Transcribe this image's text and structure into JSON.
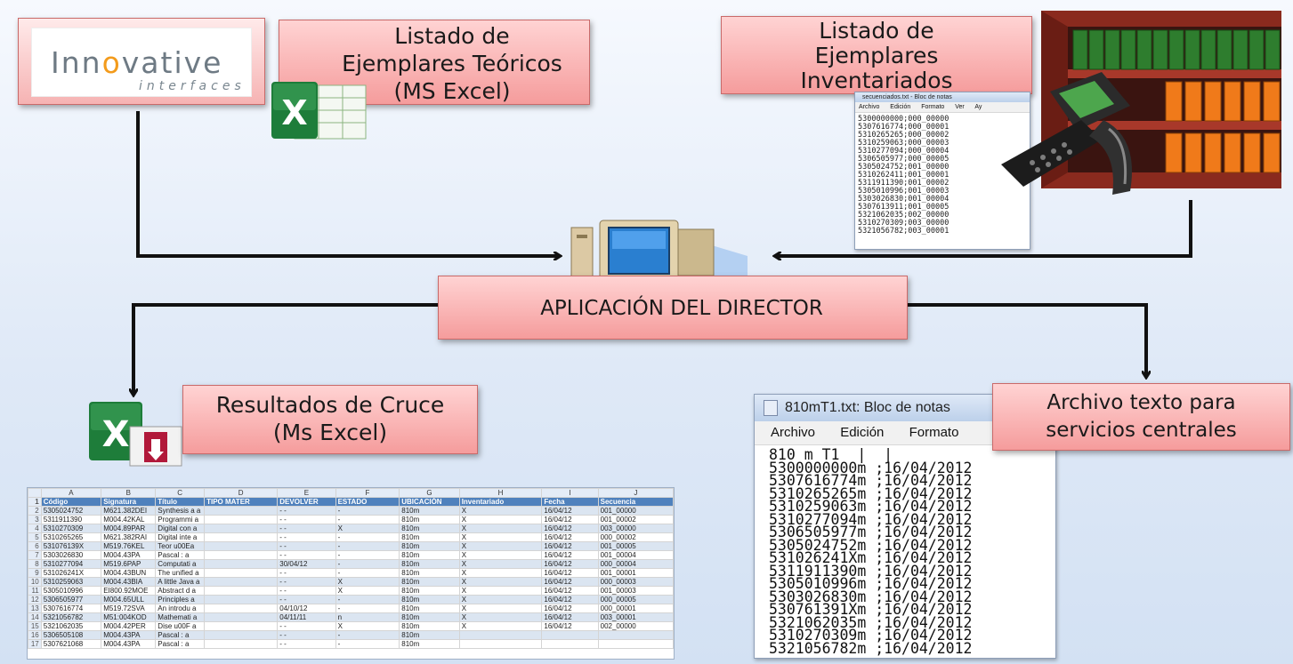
{
  "logo": {
    "word_pre": "Inn",
    "word_o": "o",
    "word_mid": "vative",
    "sub": "interfaces"
  },
  "boxes": {
    "teoricos": [
      "Listado de",
      "Ejemplares Teóricos",
      "(MS Excel)"
    ],
    "inventariados": [
      "Listado de",
      "Ejemplares",
      "Inventariados"
    ],
    "director": "APLICACIÓN DEL DIRECTOR",
    "resultados": [
      "Resultados de Cruce",
      "(Ms Excel)"
    ],
    "archivo": [
      "Archivo texto para",
      "servicios centrales"
    ]
  },
  "notepad_small": {
    "title": "secuenciados.txt - Bloc de notas",
    "menu": [
      "Archivo",
      "Edición",
      "Formato",
      "Ver",
      "Ay"
    ],
    "lines": [
      "5300000000;000_00000",
      "5307616774;000_00001",
      "5310265265;000_00002",
      "5310259063;000_00003",
      "5310277094;000_00004",
      "5306505977;000_00005",
      "5305024752;001_00000",
      "5310262411;001_00001",
      "5311911390;001_00002",
      "5305010996;001_00003",
      "5303026830;001_00004",
      "5307613911;001_00005",
      "5321062035;002_00000",
      "5310270309;003_00000",
      "5321056782;003_00001"
    ]
  },
  "notepad_big": {
    "title": "810mT1.txt: Bloc de notas",
    "menu": [
      "Archivo",
      "Edición",
      "Formato"
    ],
    "lines": [
      "810 m T1  |  |",
      "5300000000m ;16/04/2012",
      "5307616774m ;16/04/2012",
      "5310265265m ;16/04/2012",
      "5310259063m ;16/04/2012",
      "5310277094m ;16/04/2012",
      "5306505977m ;16/04/2012",
      "5305024752m ;16/04/2012",
      "531026241Xm ;16/04/2012",
      "5311911390m ;16/04/2012",
      "5305010996m ;16/04/2012",
      "5303026830m ;16/04/2012",
      "530761391Xm ;16/04/2012",
      "5321062035m ;16/04/2012",
      "5310270309m ;16/04/2012",
      "5321056782m ;16/04/2012"
    ]
  },
  "spreadsheet": {
    "col_letters": [
      "A",
      "B",
      "C",
      "D",
      "E",
      "F",
      "G",
      "H",
      "I",
      "J"
    ],
    "headers": [
      "Código",
      "Signatura",
      "Título",
      "TIPO MATER",
      "DEVOLVER",
      "ESTADO",
      "UBICACIÓN",
      "Inventariado",
      "Fecha",
      "Secuencia"
    ],
    "rows": [
      [
        "2",
        "5305024752",
        "M621.382DEI",
        "Synthesis a a",
        "",
        "- -",
        "-",
        "810m",
        "X",
        "16/04/12",
        "001_00000"
      ],
      [
        "3",
        "5311911390",
        "M004.42KAL",
        "Programmi a",
        "",
        "- -",
        "-",
        "810m",
        "X",
        "16/04/12",
        "001_00002"
      ],
      [
        "4",
        "5310270309",
        "M004.89PAR",
        "Digital con a",
        "",
        "- -",
        "X",
        "810m",
        "X",
        "16/04/12",
        "003_00000"
      ],
      [
        "5",
        "5310265265",
        "M621.382RAI",
        "Digital inte a",
        "",
        "- -",
        "-",
        "810m",
        "X",
        "16/04/12",
        "000_00002"
      ],
      [
        "6",
        "531076139X",
        "M519.76KEL",
        "Teor u00Ea",
        "",
        "- -",
        "-",
        "810m",
        "X",
        "16/04/12",
        "001_00005"
      ],
      [
        "7",
        "5303026830",
        "M004.43PA",
        "Pascal : a",
        "",
        "- -",
        "-",
        "810m",
        "X",
        "16/04/12",
        "001_00004"
      ],
      [
        "8",
        "5310277094",
        "M519.6PAP",
        "Computati a",
        "",
        "30/04/12",
        "-",
        "810m",
        "X",
        "16/04/12",
        "000_00004"
      ],
      [
        "9",
        "531026241X",
        "M004.43BUN",
        "The unified a",
        "",
        "- -",
        "-",
        "810m",
        "X",
        "16/04/12",
        "001_00001"
      ],
      [
        "10",
        "5310259063",
        "M004.43BIA",
        "A little Java a",
        "",
        "- -",
        "X",
        "810m",
        "X",
        "16/04/12",
        "000_00003"
      ],
      [
        "11",
        "5305010996",
        "EI800.92MOE",
        "Abstract d a",
        "",
        "- -",
        "X",
        "810m",
        "X",
        "16/04/12",
        "001_00003"
      ],
      [
        "12",
        "5306505977",
        "M004.65ULL",
        "Principles a",
        "",
        "- -",
        "-",
        "810m",
        "X",
        "16/04/12",
        "000_00005"
      ],
      [
        "13",
        "5307616774",
        "M519.72SVA",
        "An introdu a",
        "",
        "04/10/12",
        "-",
        "810m",
        "X",
        "16/04/12",
        "000_00001"
      ],
      [
        "14",
        "5321056782",
        "M51:004KOD",
        "Mathemati a",
        "",
        "04/11/11",
        "n",
        "810m",
        "X",
        "16/04/12",
        "003_00001"
      ],
      [
        "15",
        "5321062035",
        "M004.42PER",
        "Dise u00F a",
        "",
        "- -",
        "X",
        "810m",
        "X",
        "16/04/12",
        "002_00000"
      ],
      [
        "16",
        "5306505108",
        "M004.43PA",
        "Pascal : a",
        "",
        "- -",
        "-",
        "810m",
        "",
        "",
        ""
      ],
      [
        "17",
        "5307621068",
        "M004.43PA",
        "Pascal : a",
        "",
        "- -",
        "-",
        "810m",
        "",
        "",
        ""
      ]
    ]
  },
  "colors": {
    "box_top": "#ffd3d3",
    "box_bottom": "#f59c9c",
    "excel_green": "#1e7d3a",
    "logo_orange": "#f39b1c"
  }
}
